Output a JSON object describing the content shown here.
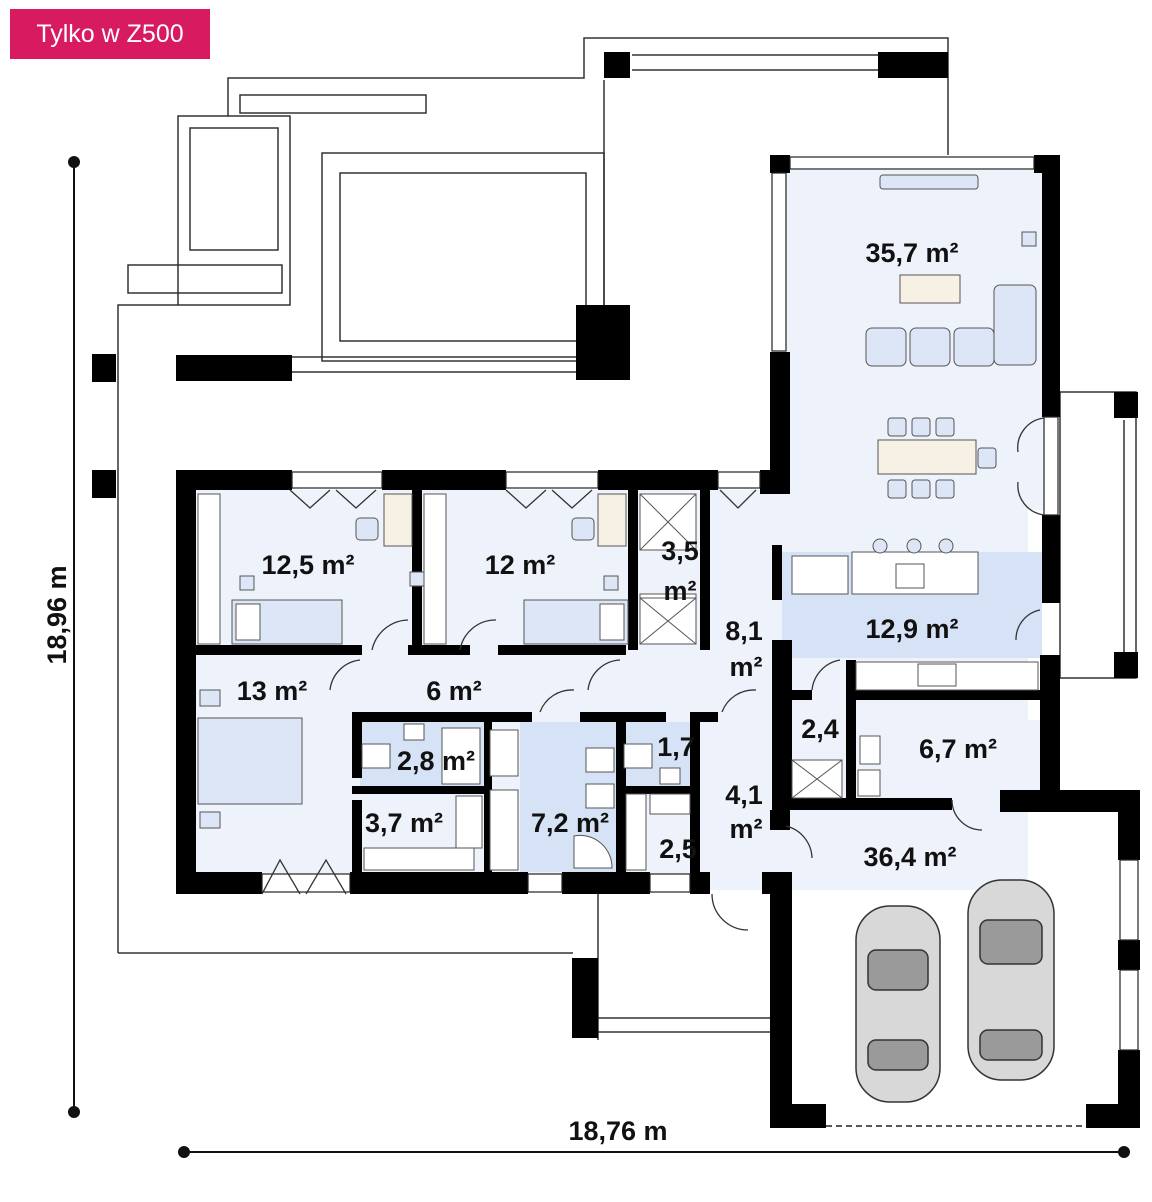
{
  "badge": {
    "label": "Tylko w Z500",
    "color": "#d81b60"
  },
  "dimensions": {
    "width": "18,76 m",
    "depth": "18,96 m"
  },
  "rooms": [
    {
      "id": "living",
      "area": "35,7 m²"
    },
    {
      "id": "bedroom-1",
      "area": "12,5 m²"
    },
    {
      "id": "bedroom-2",
      "area": "12 m²"
    },
    {
      "id": "closet-1",
      "area_line1": "3,5",
      "area_line2": "m²"
    },
    {
      "id": "hall",
      "area_line1": "8,1",
      "area_line2": "m²"
    },
    {
      "id": "kitchen",
      "area": "12,9 m²"
    },
    {
      "id": "master-bedroom",
      "area": "13 m²"
    },
    {
      "id": "corridor",
      "area": "6 m²"
    },
    {
      "id": "wc-1",
      "area": "2,8 m²"
    },
    {
      "id": "wardrobe",
      "area": "3,7 m²"
    },
    {
      "id": "bathroom",
      "area": "7,2 m²"
    },
    {
      "id": "wc-2",
      "area": "1,7"
    },
    {
      "id": "storage-1",
      "area": "2,5"
    },
    {
      "id": "vestibule",
      "area_line1": "4,1",
      "area_line2": "m²"
    },
    {
      "id": "pantry",
      "area": "2,4"
    },
    {
      "id": "utility",
      "area": "6,7 m²"
    },
    {
      "id": "garage",
      "area": "36,4 m²"
    }
  ],
  "colors": {
    "wall": "#000000",
    "floor": "#eef2fa",
    "wet_room": "#d6e2f5",
    "furniture": "#dde6f6"
  }
}
